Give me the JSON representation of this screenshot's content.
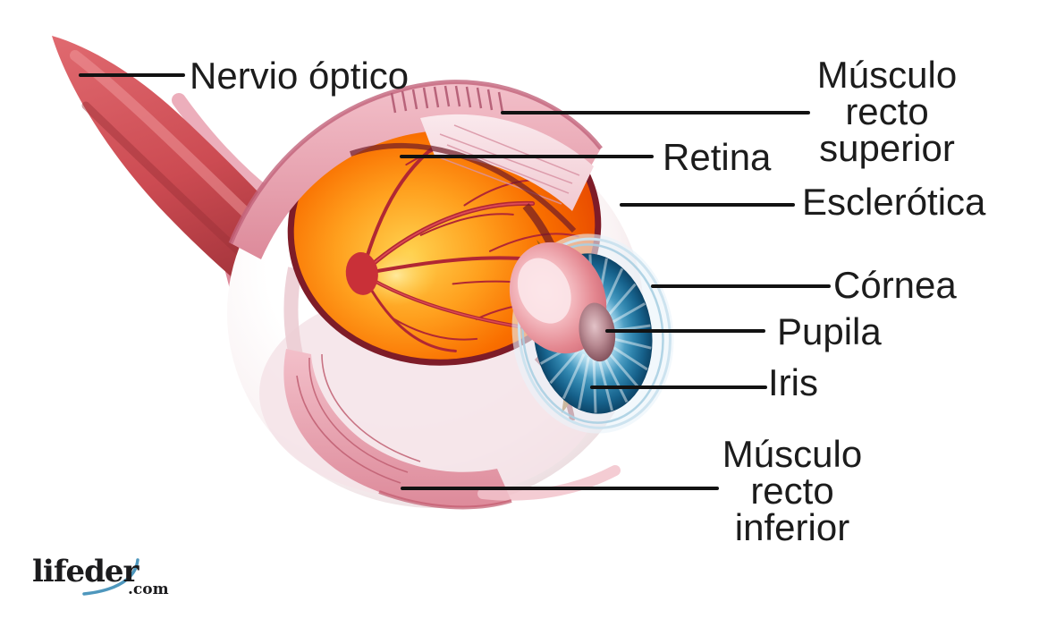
{
  "labels": {
    "nervio_optico": "Nervio óptico",
    "musculo_recto_superior": [
      "Músculo",
      "recto",
      "superior"
    ],
    "retina": "Retina",
    "esclerotica": "Esclerótica",
    "cornea": "Córnea",
    "pupila": "Pupila",
    "iris": "Iris",
    "musculo_recto_inferior": [
      "Músculo",
      "recto",
      "inferior"
    ]
  },
  "logo": {
    "brand": "lifeder",
    "suffix": ".com"
  },
  "colors": {
    "background": "#ffffff",
    "label_text": "#1c1c1c",
    "leader_line": "#121212",
    "sclera_white": "#f5edee",
    "retina_orange": "#f97000",
    "vessel_red": "#b12733",
    "iris_blue": "#2f84ad",
    "lens_pink": "#f3b7bd",
    "muscle_pink": "#eba8b5",
    "optic_nerve_red": "#c64a51",
    "logo_swoosh_blue": "#4e97bd"
  }
}
